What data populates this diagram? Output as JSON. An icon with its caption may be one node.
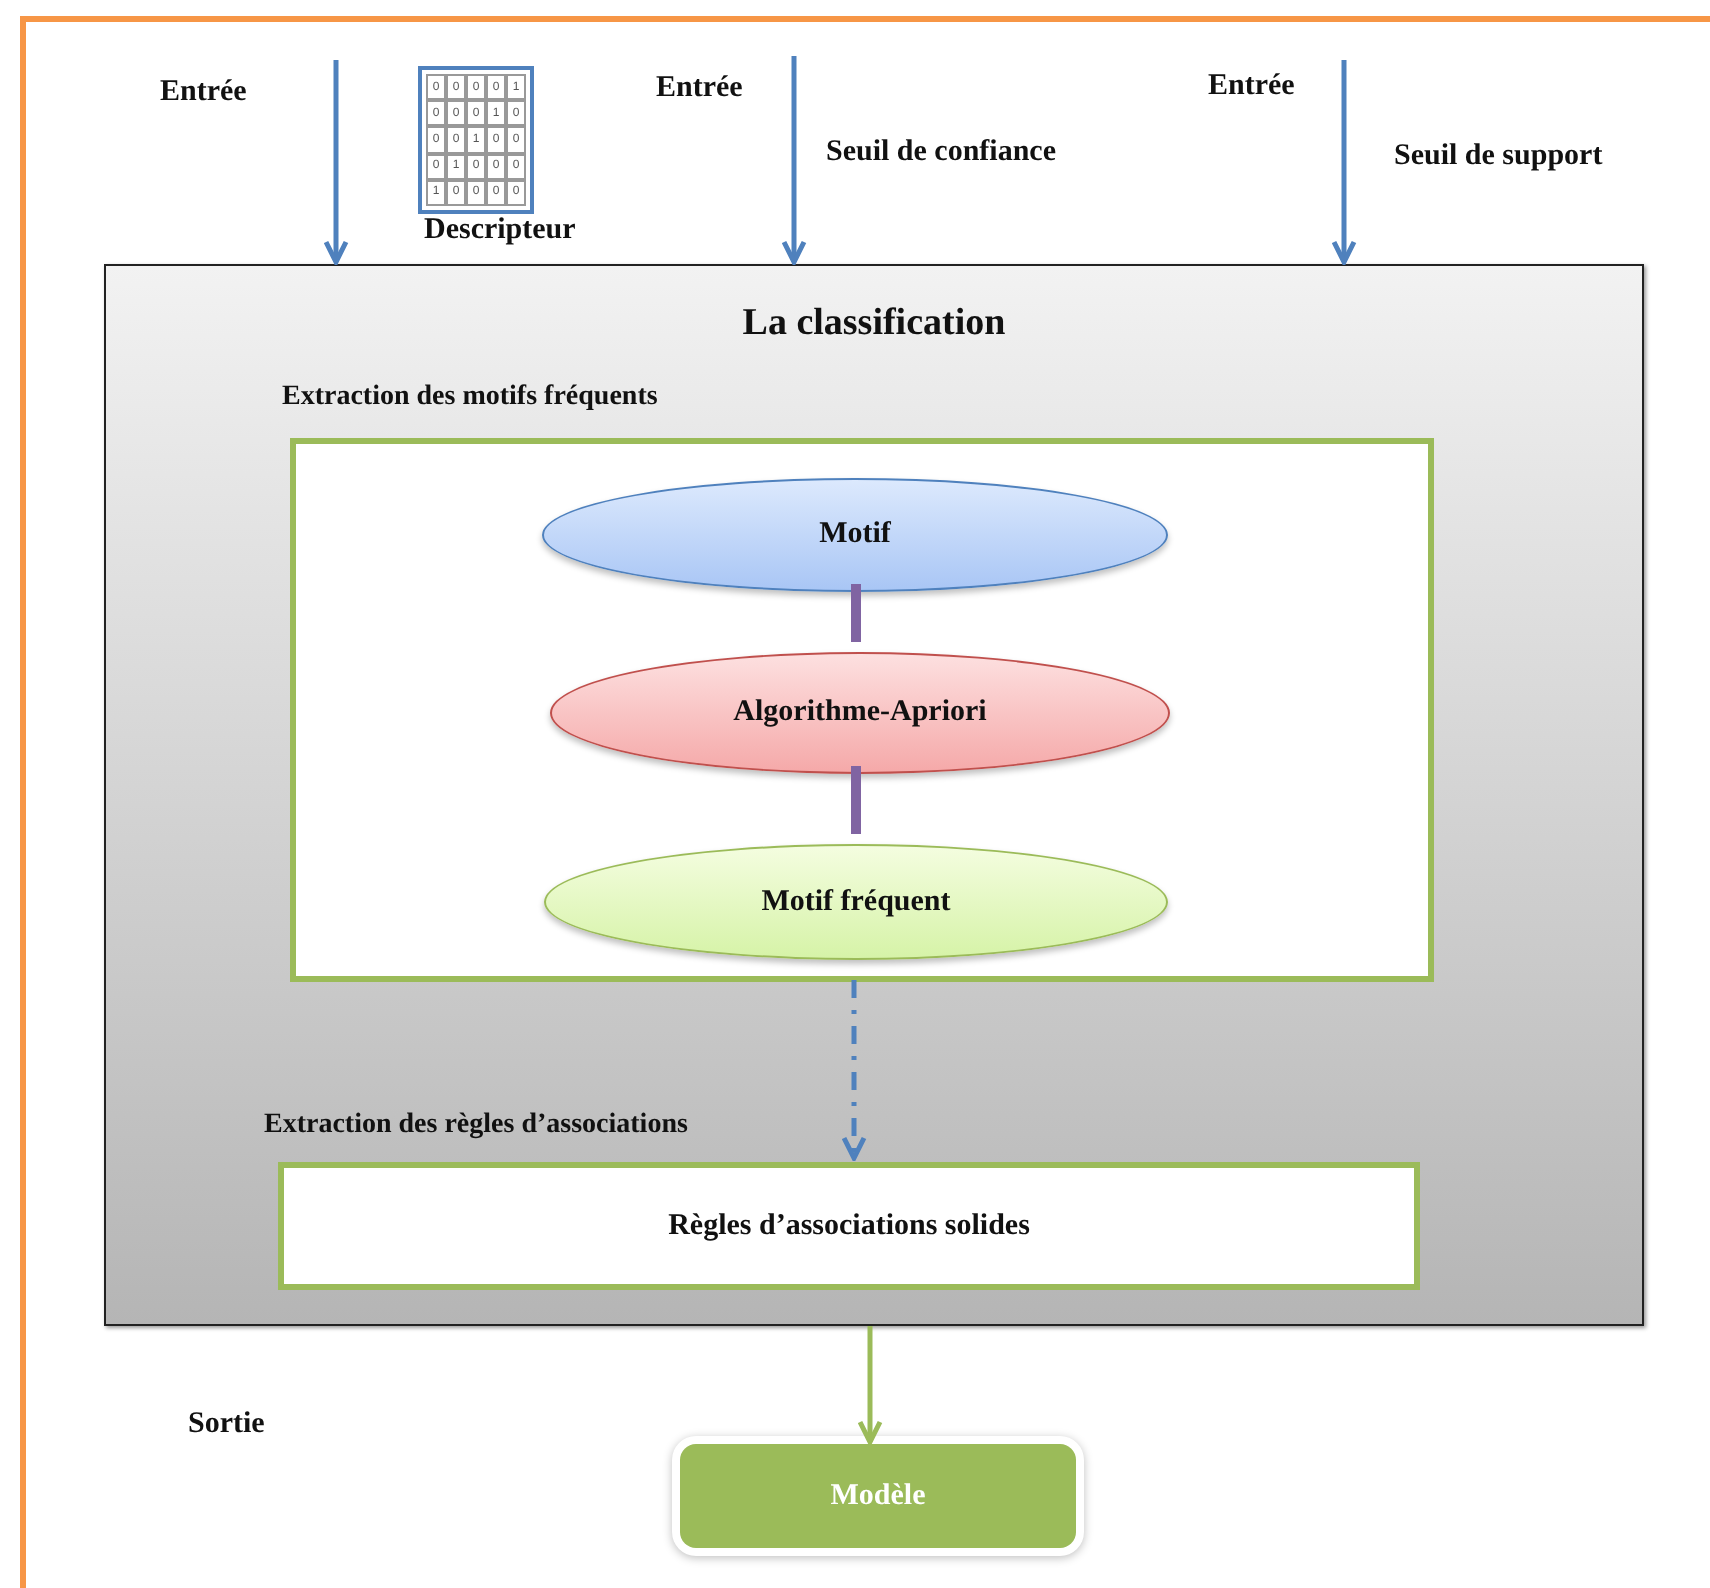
{
  "diagram": {
    "nodes": [
      {
        "text": [
          "La classification"
        ]
      },
      {
        "text": [
          "Extraction des motifs fréquents"
        ],
        "in": 0
      },
      {
        "text": [
          "Motif"
        ],
        "in": 1
      },
      {
        "text": [
          "Algorithme-Apriori"
        ],
        "in": 1
      },
      {
        "text": [
          "Motif fréquent"
        ],
        "in": 1
      },
      {
        "text": [
          "Extraction des règles d’associations",
          "Règles d’associations solides"
        ],
        "in": 0
      },
      {
        "text": [
          "Modèle"
        ]
      }
    ],
    "edges": [
      {
        "from": null,
        "to": 0,
        "arrow": "to"
      },
      {
        "from": null,
        "to": 0,
        "arrow": "to"
      },
      {
        "from": null,
        "to": 0,
        "arrow": "to"
      },
      {
        "from": 2,
        "to": 3,
        "arrow": "none",
        "style": "thick",
        "color": "#8064a2"
      },
      {
        "from": 3,
        "to": 4,
        "arrow": "none",
        "style": "thick",
        "color": "#8064a2"
      },
      {
        "from": 1,
        "to": 5,
        "arrow": "to",
        "style": "dashed"
      },
      {
        "from": 0,
        "to": 6,
        "arrow": "to",
        "color": "#9bbb59"
      }
    ],
    "labels": [
      "Entrée",
      "0",
      "0",
      "0",
      "0",
      "1",
      "0",
      "0",
      "0",
      "1",
      "0",
      "0",
      "0",
      "1",
      "0",
      "0",
      "0",
      "1",
      "0",
      "0",
      "0",
      "1",
      "0",
      "0",
      "0",
      "0",
      "Descripteur",
      "Entrée",
      "Seuil de confiance",
      "Entrée",
      "Seuil de support",
      "Sortie"
    ]
  }
}
